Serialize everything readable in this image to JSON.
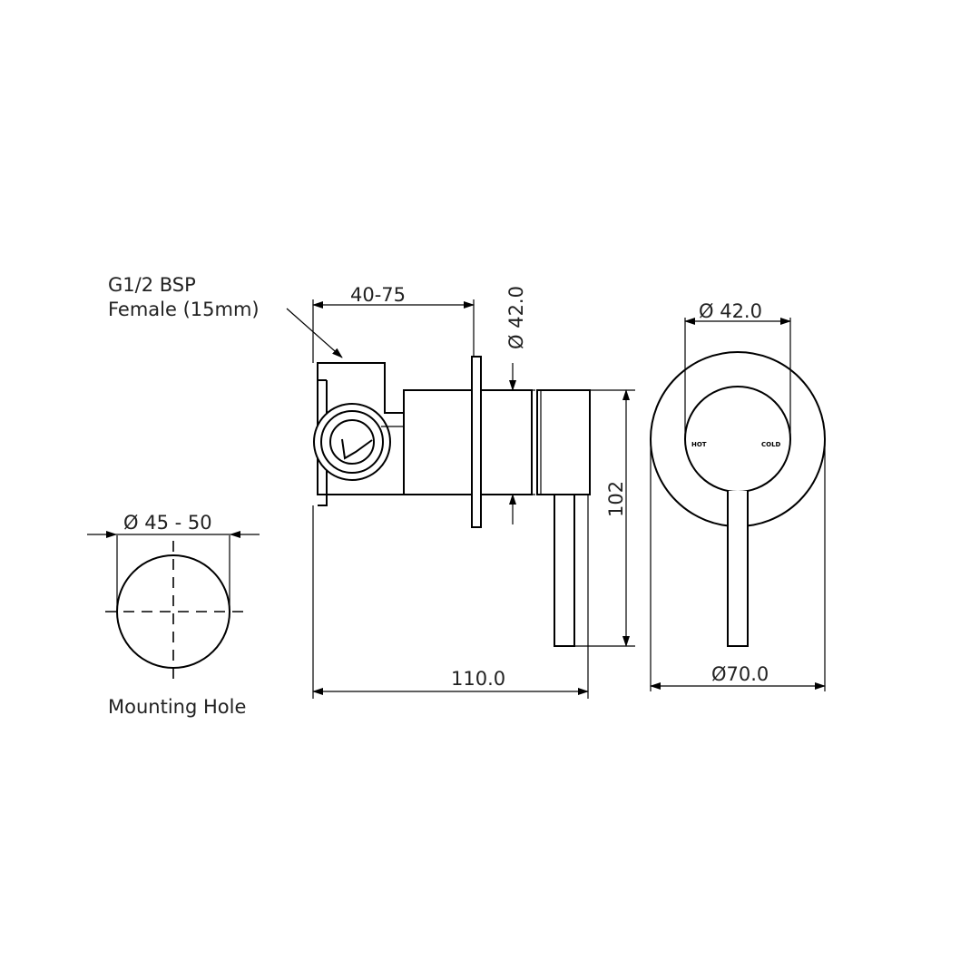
{
  "dimensions": {
    "inlet_label_line1": "G1/2 BSP",
    "inlet_label_line2": "Female (15mm)",
    "wall_depth": "40-75",
    "side_diameter": "Ø 42.0",
    "height": "102",
    "overall_length": "110.0",
    "front_handle_diameter": "Ø 42.0",
    "front_plate_diameter": "Ø70.0",
    "mounting_diameter": "Ø 45 - 50"
  },
  "mounting_hole": {
    "caption": "Mounting Hole"
  },
  "front_view": {
    "hot_label": "HOT",
    "cold_label": "COLD"
  }
}
